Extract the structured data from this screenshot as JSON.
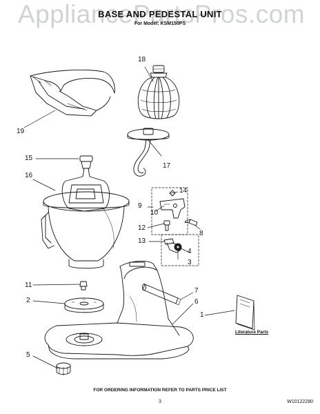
{
  "watermark": "AppliancePartsPros.com",
  "title": "BASE AND PEDESTAL UNIT",
  "subtitle": "For Model: KSM150PS",
  "footer": "FOR ORDERING INFORMATION REFER TO PARTS PRICE LIST",
  "page_number": "3",
  "doc_number": "W10122280",
  "literature_label": "Literature Parts",
  "callouts": [
    "1",
    "2",
    "3",
    "4",
    "5",
    "6",
    "7",
    "8",
    "9",
    "10",
    "11",
    "12",
    "13",
    "14",
    "15",
    "16",
    "17",
    "18",
    "19"
  ]
}
